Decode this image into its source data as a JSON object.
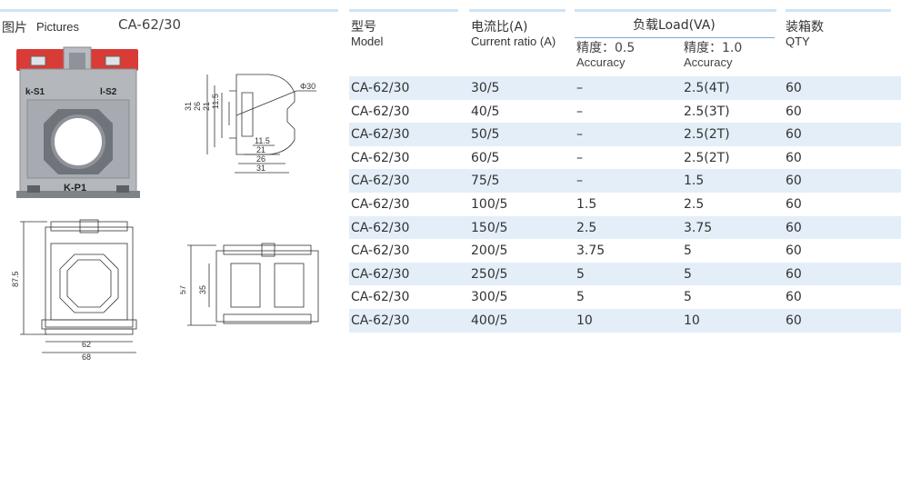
{
  "left_header": {
    "pictures_cn": "图片",
    "pictures_en": "Pictures",
    "model": "CA-62/30"
  },
  "photo_labels": {
    "s1": "k-S1",
    "s2": "l-S2",
    "p1": "K-P1"
  },
  "side_drawing": {
    "dims": [
      "31",
      "26",
      "21",
      "11.5",
      "Φ30",
      "11.5",
      "21",
      "26",
      "31"
    ]
  },
  "front_drawing": {
    "height": "87.5",
    "w1": "62",
    "w2": "68"
  },
  "rail_drawing": {
    "h1": "57",
    "h2": "35"
  },
  "table": {
    "headers": {
      "model_cn": "型号",
      "model_en": "Model",
      "ratio_cn": "电流比(A)",
      "ratio_en": "Current ratio (A)",
      "load": "负载Load(VA)",
      "acc05_cn": "精度：0.5",
      "acc05_en": "Accuracy",
      "acc10_cn": "精度：1.0",
      "acc10_en": "Accuracy",
      "qty_cn": "装箱数",
      "qty_en": "QTY"
    },
    "rows": [
      {
        "model": "CA-62/30",
        "ratio": "30/5",
        "acc05": "–",
        "acc10": "2.5(4T)",
        "qty": "60"
      },
      {
        "model": "CA-62/30",
        "ratio": "40/5",
        "acc05": "–",
        "acc10": "2.5(3T)",
        "qty": "60"
      },
      {
        "model": "CA-62/30",
        "ratio": "50/5",
        "acc05": "–",
        "acc10": "2.5(2T)",
        "qty": "60"
      },
      {
        "model": "CA-62/30",
        "ratio": "60/5",
        "acc05": "–",
        "acc10": "2.5(2T)",
        "qty": "60"
      },
      {
        "model": "CA-62/30",
        "ratio": "75/5",
        "acc05": "–",
        "acc10": "1.5",
        "qty": "60"
      },
      {
        "model": "CA-62/30",
        "ratio": "100/5",
        "acc05": "1.5",
        "acc10": "2.5",
        "qty": "60"
      },
      {
        "model": "CA-62/30",
        "ratio": "150/5",
        "acc05": "2.5",
        "acc10": "3.75",
        "qty": "60"
      },
      {
        "model": "CA-62/30",
        "ratio": "200/5",
        "acc05": "3.75",
        "acc10": "5",
        "qty": "60"
      },
      {
        "model": "CA-62/30",
        "ratio": "250/5",
        "acc05": "5",
        "acc10": "5",
        "qty": "60"
      },
      {
        "model": "CA-62/30",
        "ratio": "300/5",
        "acc05": "5",
        "acc10": "5",
        "qty": "60"
      },
      {
        "model": "CA-62/30",
        "ratio": "400/5",
        "acc05": "10",
        "acc10": "10",
        "qty": "60"
      }
    ]
  }
}
